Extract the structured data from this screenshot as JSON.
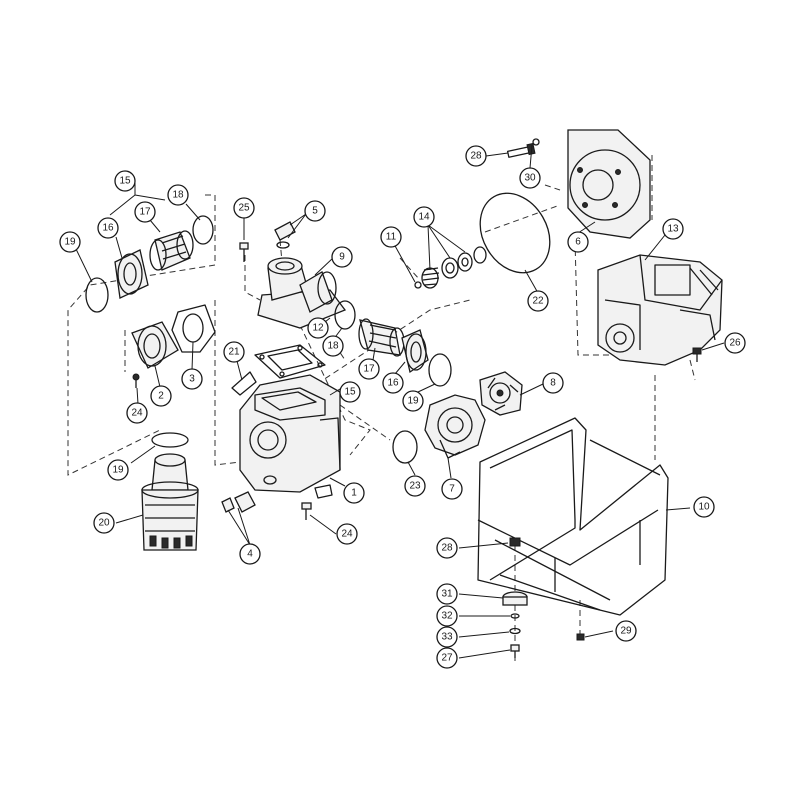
{
  "callouts": [
    {
      "id": "28a",
      "label": "28"
    },
    {
      "id": "30",
      "label": "30"
    },
    {
      "id": "6",
      "label": "6"
    },
    {
      "id": "13",
      "label": "13"
    },
    {
      "id": "15a",
      "label": "15"
    },
    {
      "id": "18a",
      "label": "18"
    },
    {
      "id": "17a",
      "label": "17"
    },
    {
      "id": "16a",
      "label": "16"
    },
    {
      "id": "19a",
      "label": "19"
    },
    {
      "id": "25",
      "label": "25"
    },
    {
      "id": "5",
      "label": "5"
    },
    {
      "id": "9",
      "label": "9"
    },
    {
      "id": "11",
      "label": "11"
    },
    {
      "id": "14",
      "label": "14"
    },
    {
      "id": "22",
      "label": "22"
    },
    {
      "id": "26",
      "label": "26"
    },
    {
      "id": "12",
      "label": "12"
    },
    {
      "id": "18b",
      "label": "18"
    },
    {
      "id": "17b",
      "label": "17"
    },
    {
      "id": "16b",
      "label": "16"
    },
    {
      "id": "19b",
      "label": "19"
    },
    {
      "id": "15b",
      "label": "15"
    },
    {
      "id": "21",
      "label": "21"
    },
    {
      "id": "2",
      "label": "2"
    },
    {
      "id": "3",
      "label": "3"
    },
    {
      "id": "24a",
      "label": "24"
    },
    {
      "id": "8",
      "label": "8"
    },
    {
      "id": "19c",
      "label": "19"
    },
    {
      "id": "1",
      "label": "1"
    },
    {
      "id": "23",
      "label": "23"
    },
    {
      "id": "7",
      "label": "7"
    },
    {
      "id": "20",
      "label": "20"
    },
    {
      "id": "24b",
      "label": "24"
    },
    {
      "id": "10",
      "label": "10"
    },
    {
      "id": "4",
      "label": "4"
    },
    {
      "id": "28b",
      "label": "28"
    },
    {
      "id": "31",
      "label": "31"
    },
    {
      "id": "32",
      "label": "32"
    },
    {
      "id": "33",
      "label": "33"
    },
    {
      "id": "29",
      "label": "29"
    },
    {
      "id": "27",
      "label": "27"
    }
  ]
}
